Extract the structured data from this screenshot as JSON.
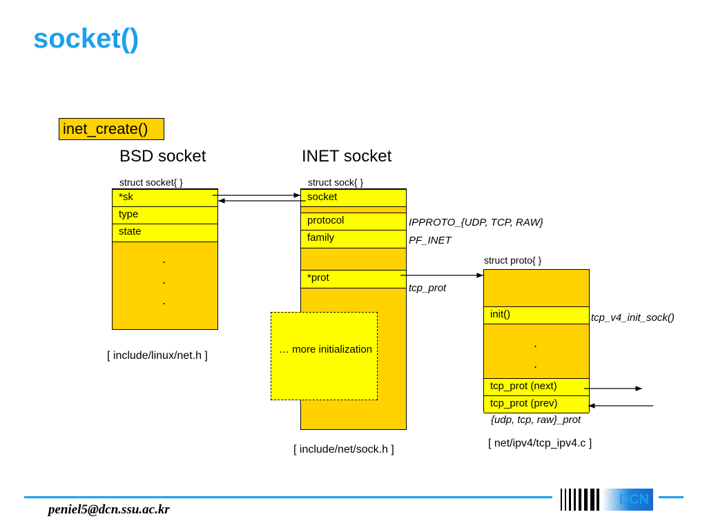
{
  "title": "socket()",
  "function_label": "inet_create()",
  "bsd": {
    "heading": "BSD socket",
    "struct_label": "struct socket{ }",
    "fields": [
      "*sk",
      "type",
      "state"
    ],
    "file": "[ include/linux/net.h ]"
  },
  "inet": {
    "heading": "INET socket",
    "struct_label": "struct sock{ }",
    "fields": [
      "socket",
      "protocol",
      "family",
      "*prot"
    ],
    "protocol_value": "IPPROTO_{UDP, TCP, RAW}",
    "family_value": "PF_INET",
    "prot_value": "tcp_prot",
    "more_init": "… more initialization",
    "file": "[ include/net/sock.h ]"
  },
  "proto": {
    "struct_label": "struct proto{ }",
    "fields": [
      "init()",
      "tcp_prot (next)",
      "tcp_prot (prev)"
    ],
    "init_value": "tcp_v4_init_sock()",
    "list_value": "{udp, tcp, raw}_prot",
    "file": "[ net/ipv4/tcp_ipv4.c ]"
  },
  "footer": {
    "email": "peniel5@dcn.ssu.ac.kr",
    "logo": "DCN"
  },
  "colors": {
    "title": "#1aa0ef",
    "struct_fill": "#ffd200",
    "field_fill": "#ffff00",
    "footer_line": "#1aa0ef"
  }
}
